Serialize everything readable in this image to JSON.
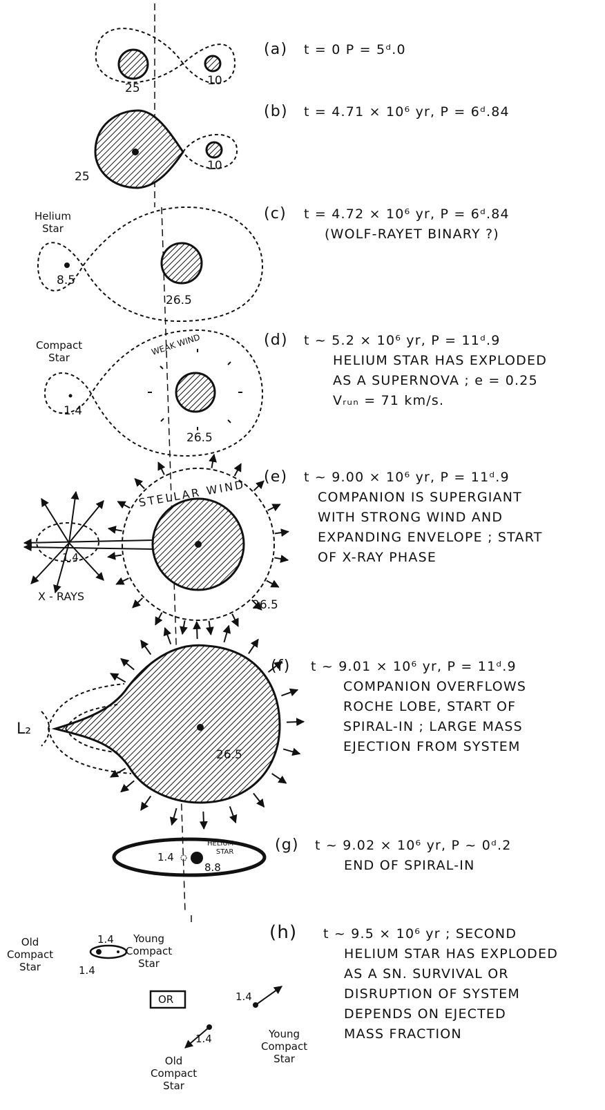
{
  "panels": {
    "a": {
      "letter": "(a)",
      "line1": "t = 0            P = 5ᵈ.0",
      "desc": []
    },
    "b": {
      "letter": "(b)",
      "line1": "t = 4.71 × 10⁶ yr, P = 6ᵈ.84",
      "desc": []
    },
    "c": {
      "letter": "(c)",
      "line1": "t = 4.72 × 10⁶ yr, P = 6ᵈ.84",
      "desc": [
        "(WOLF-RAYET  BINARY ?)"
      ]
    },
    "d": {
      "letter": "(d)",
      "line1": "t ~ 5.2 × 10⁶ yr,   P = 11ᵈ.9",
      "desc": [
        "HELIUM STAR HAS EXPLODED",
        "AS A SUPERNOVA ; e = 0.25",
        "Vᵣᵤₙ = 71  km/s."
      ]
    },
    "e": {
      "letter": "(e)",
      "line1": "t ~ 9.00 × 10⁶ yr, P = 11ᵈ.9",
      "desc": [
        "COMPANION IS SUPERGIANT",
        "WITH STRONG WIND AND",
        "EXPANDING ENVELOPE ; START",
        "OF  X-RAY  PHASE"
      ]
    },
    "f": {
      "letter": "(f)",
      "line1": "t ~ 9.01 × 10⁶ yr,  P = 11ᵈ.9",
      "desc": [
        "COMPANION OVERFLOWS",
        "ROCHE LOBE, START OF",
        "SPIRAL-IN ; LARGE MASS",
        "EJECTION  FROM SYSTEM"
      ]
    },
    "g": {
      "letter": "(g)",
      "line1": "t ~ 9.02 × 10⁶ yr,   P ~ 0ᵈ.2",
      "desc": [
        "END  OF  SPIRAL-IN"
      ]
    },
    "h": {
      "letter": "(h)",
      "line1": "t ~ 9.5 × 10⁶ yr ; SECOND",
      "desc": [
        "HELIUM STAR HAS EXPLODED",
        "AS A SN. SURVIVAL OR",
        "DISRUPTION OF SYSTEM",
        "DEPENDS ON EJECTED",
        "MASS  FRACTION"
      ]
    }
  },
  "labels": {
    "a_left": "25",
    "a_right": "10",
    "b_left": "25",
    "b_right": "10",
    "c_title": "Helium\nStar",
    "c_left": "8.5",
    "c_right": "26.5",
    "d_title": "Compact\nStar",
    "d_left": "1.4",
    "d_right": "26.5",
    "d_wind": "WEAK WIND",
    "e_left": "1.4",
    "e_right": "26.5",
    "e_xrays": "X - RAYS",
    "e_wind": "STELLAR  WIND",
    "f_l2": "L₂",
    "f_right": "26.5",
    "g_left": "1.4",
    "g_helium": "HELIUM\nSTAR",
    "g_right": "8.8",
    "h_old": "Old\nCompact\nStar",
    "h_young": "Young\nCompact\nStar",
    "h_m1": "1.4",
    "h_m2": "1.4",
    "h_or": "OR",
    "h_m3": "1.4",
    "h_young2": "Young\nCompact\nStar",
    "h_m4": "1.4",
    "h_old2": "Old\nCompact\nStar"
  },
  "colors": {
    "ink": "#111111",
    "background": "#ffffff"
  }
}
